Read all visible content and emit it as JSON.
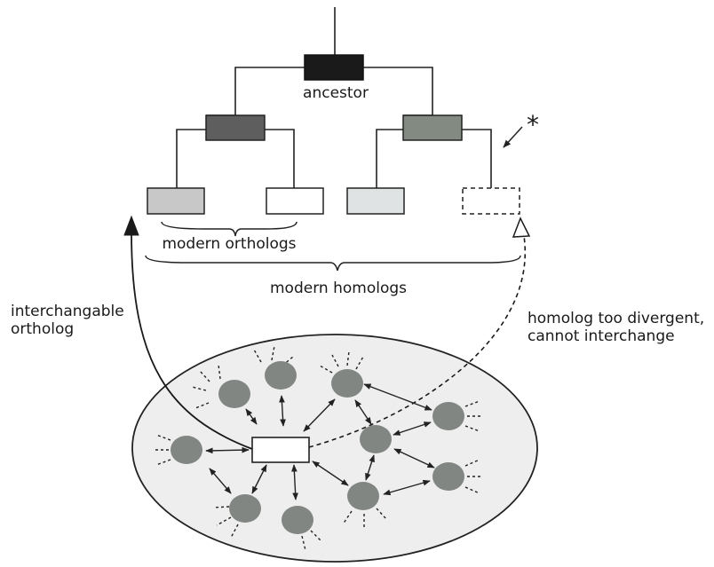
{
  "labels": {
    "ancestor": "ancestor",
    "modern_orthologs": "modern orthologs",
    "modern_homologs": "modern homologs",
    "interchangable_line1": "interchangable",
    "interchangable_line2": "ortholog",
    "divergent_line1": "homolog too divergent,",
    "divergent_line2": "cannot interchange",
    "asterisk": "*"
  },
  "tree": {
    "nodes": [
      {
        "id": "ancestor",
        "fill": "#1a1a1a",
        "style": "solid"
      },
      {
        "id": "left-internal",
        "fill": "#5e5e5e",
        "style": "solid"
      },
      {
        "id": "right-internal",
        "fill": "#828a82",
        "style": "solid"
      },
      {
        "id": "leaf-1",
        "fill": "#c8c8c8",
        "style": "solid"
      },
      {
        "id": "leaf-2",
        "fill": "#ffffff",
        "style": "solid"
      },
      {
        "id": "leaf-3",
        "fill": "#dfe3e3",
        "style": "solid"
      },
      {
        "id": "leaf-4",
        "fill": "#ffffff",
        "style": "dashed"
      }
    ]
  },
  "network": {
    "background_fill": "#eeeeee",
    "node_fill": "#828682",
    "hub_fill": "#ffffff",
    "node_count": 10
  }
}
